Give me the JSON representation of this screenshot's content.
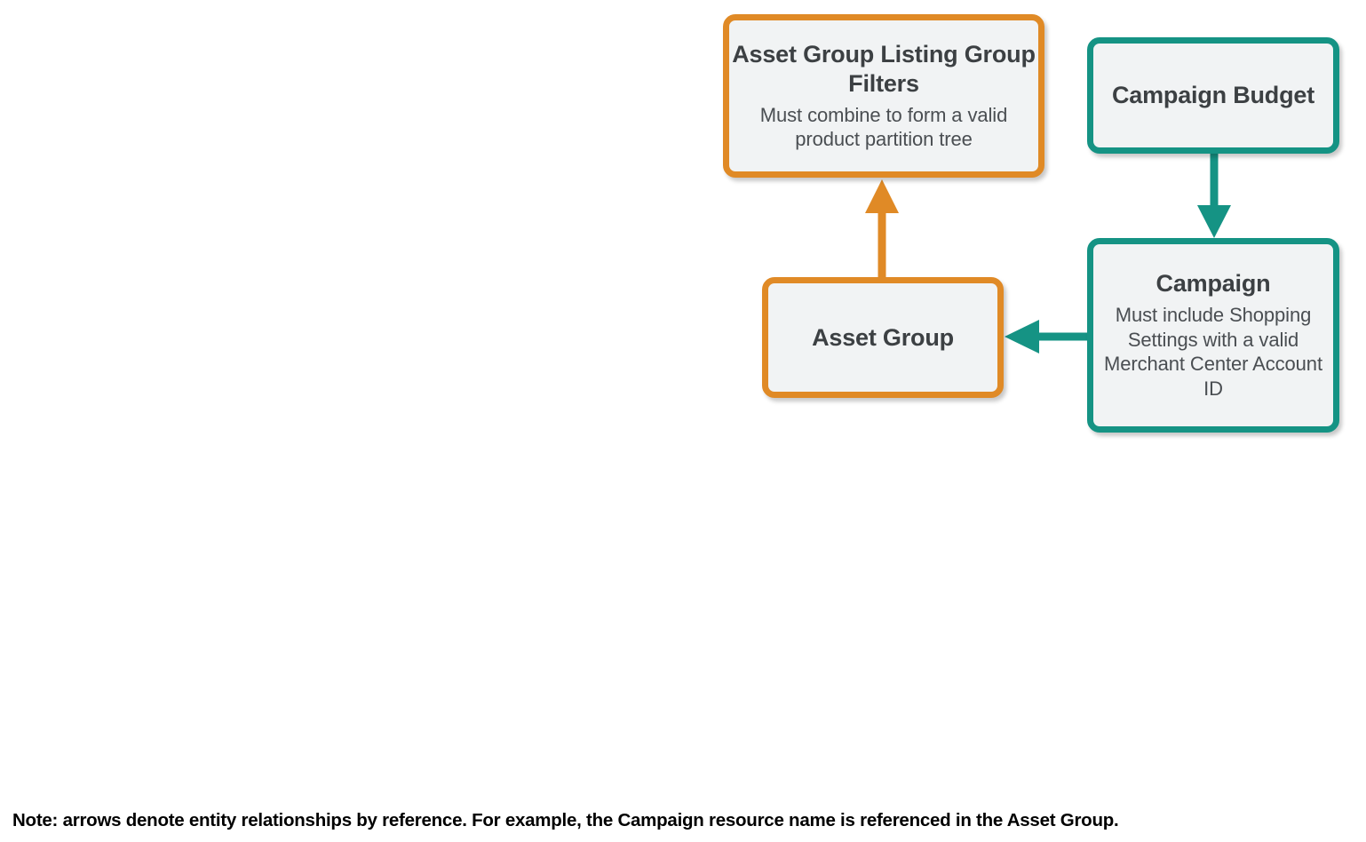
{
  "diagram": {
    "colors": {
      "orange": "#e08a26",
      "teal": "#159384",
      "node_fill": "#f1f3f4",
      "title_text": "#3c4043",
      "subtitle_text": "#4a4e52",
      "note_text": "#000000"
    },
    "nodes": {
      "asset_group_listing_group_filters": {
        "title": "Asset Group Listing Group Filters",
        "subtitle": "Must combine to form a valid product partition tree",
        "accent": "orange"
      },
      "campaign_budget": {
        "title": "Campaign Budget",
        "subtitle": "",
        "accent": "teal"
      },
      "asset_group": {
        "title": "Asset Group",
        "subtitle": "",
        "accent": "orange"
      },
      "campaign": {
        "title": "Campaign",
        "subtitle": "Must include Shopping Settings with a valid Merchant Center Account ID",
        "accent": "teal"
      }
    },
    "edges": [
      {
        "name": "asset-group-to-listing-group-filters",
        "from": "asset_group",
        "to": "asset_group_listing_group_filters",
        "color": "orange",
        "direction": "up"
      },
      {
        "name": "campaign-budget-to-campaign",
        "from": "campaign_budget",
        "to": "campaign",
        "color": "teal",
        "direction": "down"
      },
      {
        "name": "campaign-to-asset-group",
        "from": "campaign",
        "to": "asset_group",
        "color": "teal",
        "direction": "left"
      }
    ],
    "note": "Note: arrows denote entity relationships by reference. For example, the Campaign resource name is referenced in the Asset Group."
  }
}
